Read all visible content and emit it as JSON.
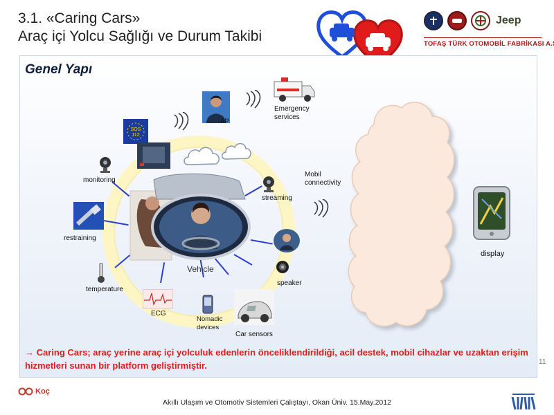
{
  "slide": {
    "title_line1": "3.1. «Caring Cars»",
    "title_line2": "Araç içi Yolcu Sağlığı ve Durum Takibi",
    "section_heading": "Genel Yapı",
    "page_number": "11"
  },
  "header": {
    "brand_logos": [
      "lancia-logo",
      "fiat-logo",
      "alfa-romeo-logo"
    ],
    "jeep_label": "Jeep",
    "tofas_label": "TOFAŞ TÜRK OTOMOBİL FABRİKASI A.Ş."
  },
  "diagram": {
    "central_label": "Vehicle",
    "nodes": {
      "emergency": "Emergency services",
      "monitoring": "monitoring",
      "streaming": "streaming",
      "restraining": "restraining",
      "temperature": "temperature",
      "ecg": "ECG",
      "nomadic": "Nomadic devices",
      "car_sensors": "Car sensors",
      "speaker": "speaker",
      "mobil": "Mobil connectivity",
      "display": "display",
      "sos_badge": "SOS 112"
    }
  },
  "statement": {
    "arrow": "→",
    "text": "Caring Cars; araç yerine araç içi yolculuk edenlerin önceliklendirildiği, acil destek, mobil cihazlar ve uzaktan erişim hizmetleri sunan bir platform geliştirmiştir."
  },
  "footer": {
    "koc_label": "Koç",
    "text": "Akıllı Ulaşım ve Otomotiv Sistemleri Çalıştayı, Okan Üniv. 15.May.2012",
    "fiat_label": "FIAT"
  },
  "colors": {
    "statement_red": "#e31b1b",
    "spoke_blue": "#2a3fd0",
    "heart_blue": "#1f4fd8",
    "heart_red": "#e01b1b",
    "tofas_red": "#b01515"
  }
}
